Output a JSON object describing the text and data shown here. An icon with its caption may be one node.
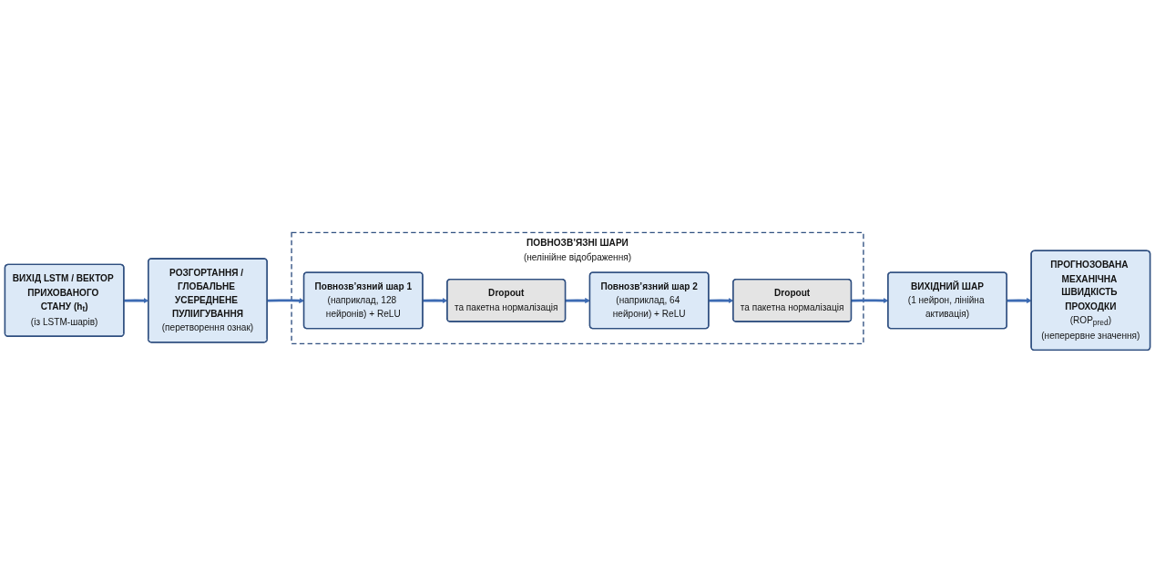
{
  "diagram": {
    "nodes": [
      {
        "text": [
          "ВИХІД LSTM / ВЕКТОР ПРИХОВАНОГО СТАНУ (h$_{t}$)",
          "(із LSTM-шарів)"
        ]
      },
      {
        "text": [
          "РОЗГОРТАННЯ / ГЛОБАЛЬНЕ УСЕРЕДНЕНЕ ПУЛІИГУВАННЯ",
          "(перетворення ознак)"
        ]
      },
      {
        "text": [
          "ПОВНОЗВ’ЯЗНІ ШАРИ",
          "(нелінійне відображення)"
        ]
      },
      {
        "text": [
          "Повнозв’язний шар 1",
          "(наприклад, 128 нейронів) + ReLU"
        ],
        "in": 2
      },
      {
        "text": [
          "Dropout",
          "та пакетна нормалізація"
        ],
        "in": 2
      },
      {
        "text": [
          "Повнозв’язний шар 2",
          "(наприклад, 64 нейрони) + ReLU"
        ],
        "in": 2
      },
      {
        "text": [
          "Dropout",
          "та пакетна нормалізація"
        ],
        "in": 2
      },
      {
        "text": [
          "ВИХІДНИЙ ШАР",
          "(1 нейрон, лінійна активація)"
        ]
      },
      {
        "text": [
          "ПРОГНОЗОВАНА МЕХАНІЧНА ШВИДКІСТЬ ПРОХОДКИ",
          "(ROP$_{pred}$)",
          "(неперервне значення)"
        ]
      }
    ],
    "edges": [
      {
        "from": 0,
        "to": 1,
        "arrow": "to"
      },
      {
        "from": 1,
        "to": 3,
        "arrow": "to"
      },
      {
        "from": 3,
        "to": 4,
        "arrow": "to"
      },
      {
        "from": 4,
        "to": 5,
        "arrow": "to"
      },
      {
        "from": 5,
        "to": 6,
        "arrow": "to"
      },
      {
        "from": 6,
        "to": 7,
        "arrow": "to"
      },
      {
        "from": 7,
        "to": 8,
        "arrow": "to"
      }
    ]
  }
}
